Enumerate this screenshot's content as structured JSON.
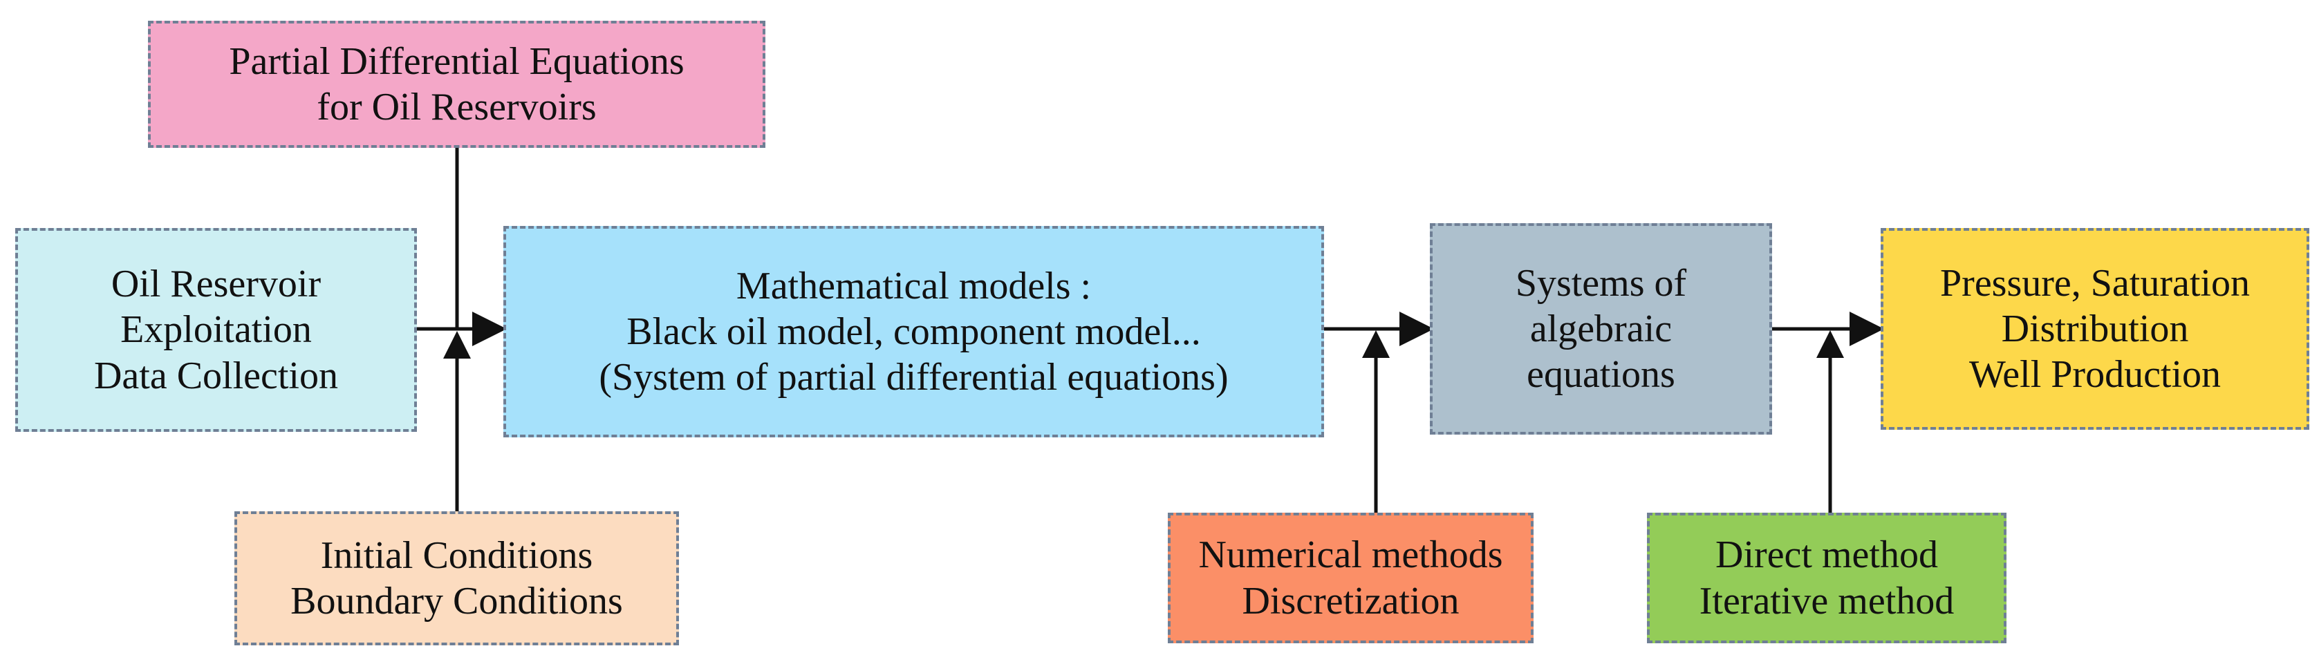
{
  "nodes": {
    "pde": {
      "lines": [
        "Partial Differential Equations",
        "for Oil Reservoirs"
      ],
      "color": "#f4a7c8"
    },
    "data_collection": {
      "lines": [
        "Oil Reservoir",
        "Exploitation",
        "Data Collection"
      ],
      "color": "#cdeff3"
    },
    "conditions": {
      "lines": [
        "Initial Conditions",
        "Boundary Conditions"
      ],
      "color": "#fcdcc0"
    },
    "math_models": {
      "lines": [
        "Mathematical models :",
        "Black oil model, component model...",
        "(System of partial differential equations)"
      ],
      "color": "#a6e1fb"
    },
    "algebraic": {
      "lines": [
        "Systems of",
        "algebraic",
        "equations"
      ],
      "color": "#adc0cd"
    },
    "numerical": {
      "lines": [
        "Numerical methods",
        "Discretization"
      ],
      "color": "#fb8f67"
    },
    "output": {
      "lines": [
        "Pressure, Saturation",
        "Distribution",
        "Well Production"
      ],
      "color": "#fdd84a"
    },
    "solver": {
      "lines": [
        "Direct method",
        "Iterative method"
      ],
      "color": "#93cc58"
    }
  },
  "colors": {
    "border": "#6f7f95",
    "arrow": "#111111"
  }
}
